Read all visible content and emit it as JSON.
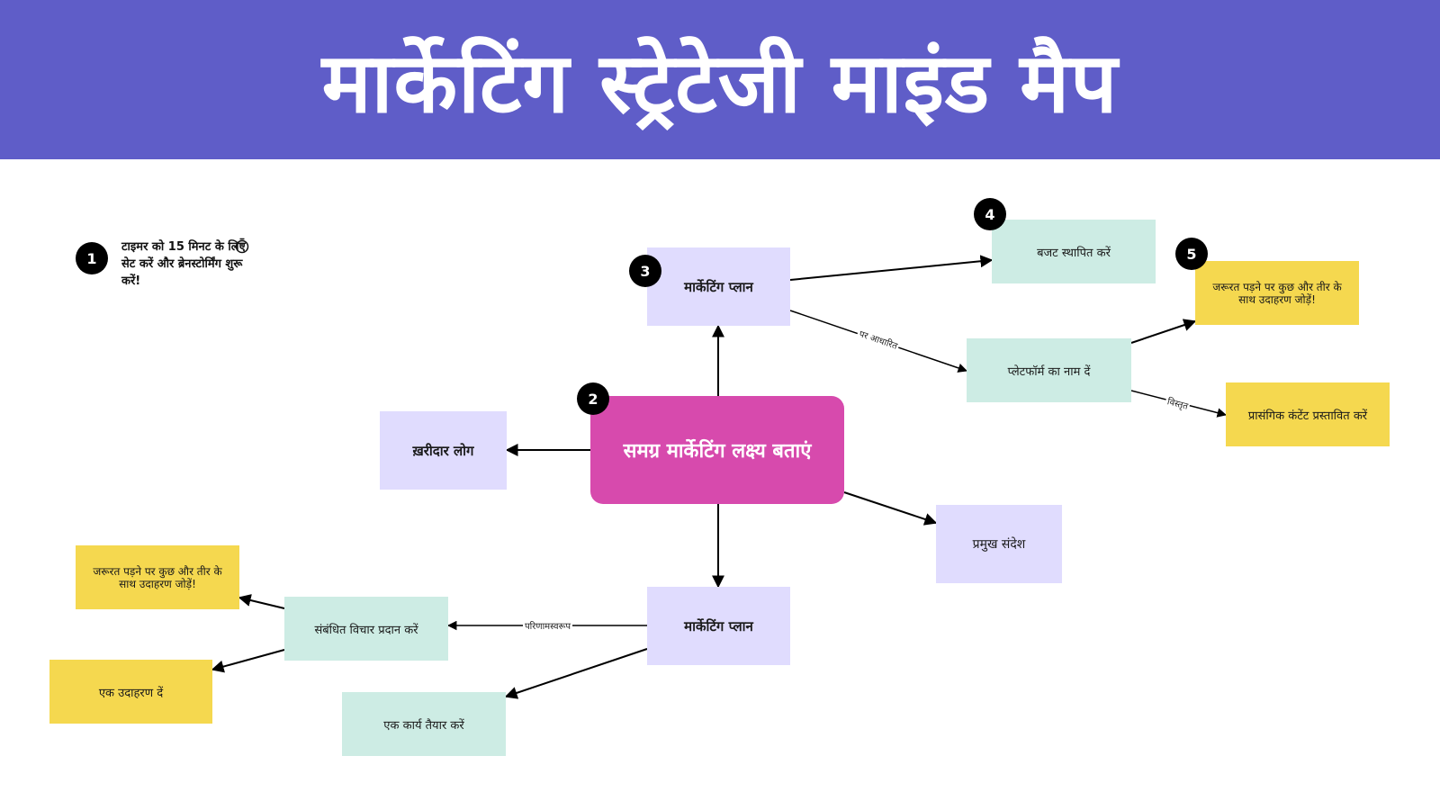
{
  "header": {
    "title": "मार्केटिंग स्ट्रेटेजी माइंड मैप"
  },
  "step1": {
    "number": "1",
    "text": "टाइमर को 15 मिनट के लिए सेट करें और ब्रेनस्टोर्मिंग शुरू करें!",
    "icon": "stopwatch-icon"
  },
  "center": {
    "badge": "2",
    "label": "समग्र मार्केटिंग लक्ष्य बताएं"
  },
  "plan_top": {
    "badge": "3",
    "label": "मार्केटिंग प्लान"
  },
  "budget": {
    "badge": "4",
    "label": "बजट स्थापित करें"
  },
  "platform": {
    "label": "प्लेटफॉर्म का नाम दें"
  },
  "example_top": {
    "badge": "5",
    "label": "जरूरत पड़ने पर कुछ और तीर के साथ उदाहरण जोड़ें!"
  },
  "content": {
    "label": "प्रासंगिक कंटेंट प्रस्तावित करें"
  },
  "buyers": {
    "label": "ख़रीदार लोग"
  },
  "message": {
    "label": "प्रमुख संदेश"
  },
  "plan_bottom": {
    "label": "मार्केटिंग प्लान"
  },
  "related": {
    "label": "संबंधित विचार प्रदान करें"
  },
  "example_left": {
    "label": "जरूरत पड़ने पर कुछ और तीर के साथ उदाहरण जोड़ें!"
  },
  "one_example": {
    "label": "एक उदाहरण दें"
  },
  "task": {
    "label": "एक कार्य तैयार करें"
  },
  "edge_labels": {
    "based_on": "पर आधारित",
    "detailed": "विस्तृत",
    "result": "परिणामस्वरूप"
  },
  "colors": {
    "header": "#5f5dc8",
    "center": "#d74aad",
    "lavender": "#e0dcfe",
    "mint": "#cdece4",
    "yellow": "#f5d84f"
  }
}
